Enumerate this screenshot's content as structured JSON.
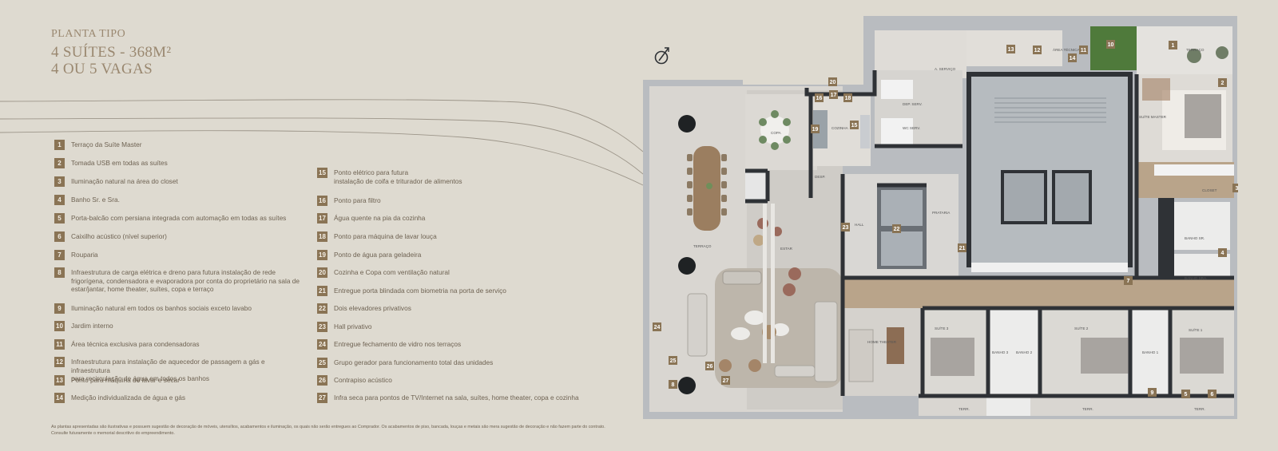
{
  "header": {
    "subtitle": "PLANTA TIPO",
    "line1": "4 SUÍTES - 368M²",
    "line2": "4 OU 5 VAGAS"
  },
  "legend_left": [
    {
      "n": "1",
      "text": "Terraço da Suíte Master"
    },
    {
      "n": "2",
      "text": "Tomada USB em todas as suítes"
    },
    {
      "n": "3",
      "text": "Iluminação natural na área do closet"
    },
    {
      "n": "4",
      "text": "Banho Sr. e Sra."
    },
    {
      "n": "5",
      "text": "Porta-balcão com persiana integrada com automação em todas as suítes"
    },
    {
      "n": "6",
      "text": "Caixilho acústico (nível superior)"
    },
    {
      "n": "7",
      "text": "Rouparia"
    },
    {
      "n": "8",
      "text": "Infraestrutura de carga elétrica e dreno para futura instalação de rede\nfrigorígena, condensadora e evaporadora por conta do proprietário na sala de\nestar/jantar, home theater, suítes, copa e terraço"
    },
    {
      "n": "9",
      "text": "Iluminação natural em todos os banhos sociais exceto lavabo"
    },
    {
      "n": "10",
      "text": "Jardim interno"
    },
    {
      "n": "11",
      "text": "Área técnica exclusiva para condensadoras"
    },
    {
      "n": "12",
      "text": "Infraestrutura para instalação de aquecedor de passagem a gás e infraestrutura\npara recirculação de água em todos os banhos"
    },
    {
      "n": "13",
      "text": "Ponto para máquina de lavar e secar"
    },
    {
      "n": "14",
      "text": "Medição individualizada de água e gás"
    }
  ],
  "legend_right": [
    {
      "n": "15",
      "text": "Ponto elétrico para futura\ninstalação de coifa e triturador de alimentos"
    },
    {
      "n": "16",
      "text": "Ponto para filtro"
    },
    {
      "n": "17",
      "text": "Água quente na pia da cozinha"
    },
    {
      "n": "18",
      "text": "Ponto para máquina de lavar louça"
    },
    {
      "n": "19",
      "text": "Ponto de água para geladeira"
    },
    {
      "n": "20",
      "text": "Cozinha e Copa com ventilação natural"
    },
    {
      "n": "21",
      "text": "Entregue porta blindada com biometria na porta de serviço"
    },
    {
      "n": "22",
      "text": "Dois elevadores privativos"
    },
    {
      "n": "23",
      "text": "Hall privativo"
    },
    {
      "n": "24",
      "text": "Entregue fechamento de vidro nos terraços"
    },
    {
      "n": "25",
      "text": "Grupo gerador para funcionamento total das unidades"
    },
    {
      "n": "26",
      "text": "Contrapiso acústico"
    },
    {
      "n": "27",
      "text": "Infra seca para pontos de TV/Internet na sala, suítes, home theater, copa e cozinha"
    }
  ],
  "disclaimer": {
    "line1": "As plantas apresentadas são ilustrativas e possuem sugestão de decoração de móveis, utensílios, acabamentos e iluminação, os quais não serão entregues ao Comprador. Os acabamentos de piso, bancada, louças e metais são mera sugestão de decoração e não fazem parte do contrato.",
    "line2": "Consulte futuramente o memorial descritivo do empreendimento."
  },
  "plan_labels": {
    "terraco": "TERRAÇO",
    "estar": "ESTAR",
    "copa": "COPA",
    "cozinha": "COZINHA",
    "desp": "DESP.",
    "hall": "HALL",
    "a_servico": "A. SERVIÇO",
    "dep_serv": "DEP. SERV.",
    "wc_serv": "WC SERV.",
    "area_tecnica": "ÁREA TÉCNICA",
    "terraco_suite": "TERRAÇO",
    "suite_master": "SUÍTE MASTER",
    "closet": "CLOSET",
    "banho_sr": "BANHO SR.",
    "banho_sra": "BANHO SRA.",
    "prataria": "PRATARIA",
    "home_theater": "HOME THEATER",
    "suite3": "SUÍTE 3",
    "suite2": "SUÍTE 2",
    "suite1": "SUÍTE 1",
    "banho3": "BANHO 3",
    "banho2": "BANHO 2",
    "banho1": "BANHO 1",
    "terr_a": "TERR.",
    "terr_b": "TERR.",
    "terr_c": "TERR."
  },
  "colors": {
    "background": "#dedad0",
    "badge": "#8a7455",
    "title": "#9a8870",
    "wall": "#2f3236",
    "wood": "#b9a48a"
  }
}
